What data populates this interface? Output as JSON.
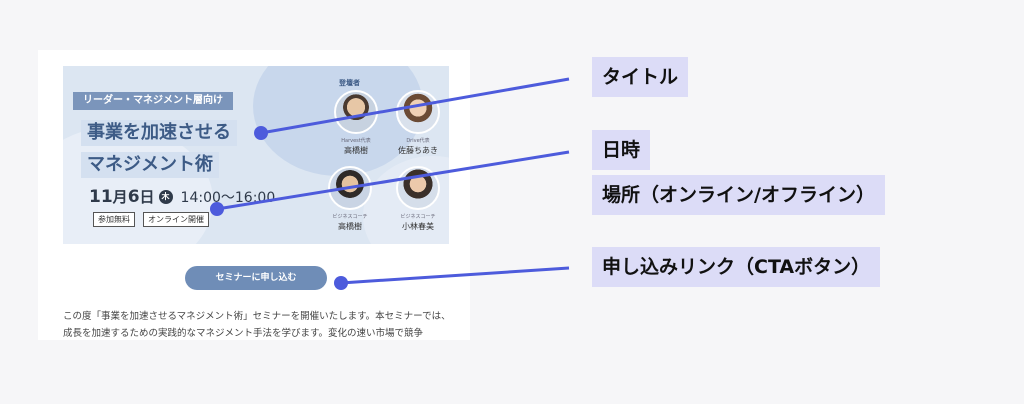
{
  "banner": {
    "tag": "リーダー・マネジメント層向け",
    "title_line1": "事業を加速させる",
    "title_line2": "マネジメント術",
    "date_month": "11",
    "date_month_unit": "月",
    "date_day": "6",
    "date_day_unit": "日",
    "day_of_week": "木",
    "time": "14:00〜16:00",
    "chips": [
      "参加無料",
      "オンライン開催"
    ],
    "supervisor_label": "登壇者",
    "speakers": [
      {
        "role": "Harvest代表",
        "name": "高橋樹"
      },
      {
        "role": "Drive代表",
        "name": "佐藤ちあき"
      },
      {
        "role": "ビジネスコーチ",
        "name": "高橋樹"
      },
      {
        "role": "ビジネスコーチ",
        "name": "小林春美"
      }
    ]
  },
  "cta_label": "セミナーに申し込む",
  "description": "この度「事業を加速させるマネジメント術」セミナーを開催いたします。本セミナーでは、成長を加速するための実践的なマネジメント手法を学びます。変化の速い市場で競争",
  "annotations": {
    "title": "タイトル",
    "datetime": "日時",
    "location": "場所（オンライン/オフライン）",
    "cta": "申し込みリンク（CTAボタン）"
  },
  "colors": {
    "accent": "#6f8db7",
    "callout_line": "#4d5bdc",
    "callout_bg": "#dcdcf7"
  }
}
